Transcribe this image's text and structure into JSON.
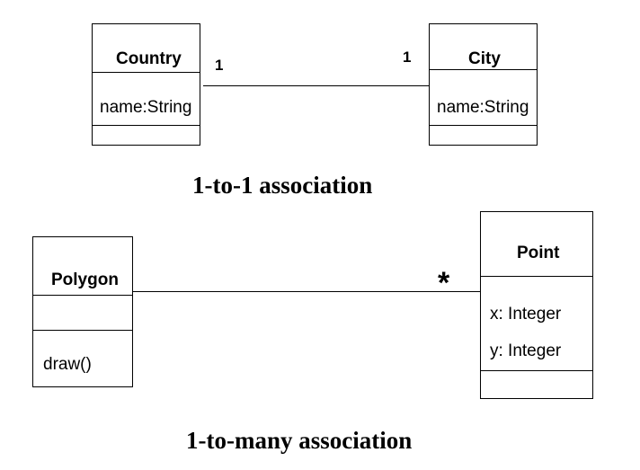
{
  "one_to_one": {
    "left_class": {
      "name": "Country",
      "attribute": "name:String"
    },
    "right_class": {
      "name": "City",
      "attribute": "name:String"
    },
    "left_multiplicity": "1",
    "right_multiplicity": "1",
    "caption": "1-to-1 association"
  },
  "one_to_many": {
    "left_class": {
      "name": "Polygon",
      "operation": "draw()"
    },
    "right_class": {
      "name": "Point",
      "attributes": [
        "x: Integer",
        "y: Integer"
      ]
    },
    "right_multiplicity": "*",
    "caption": "1-to-many association"
  }
}
